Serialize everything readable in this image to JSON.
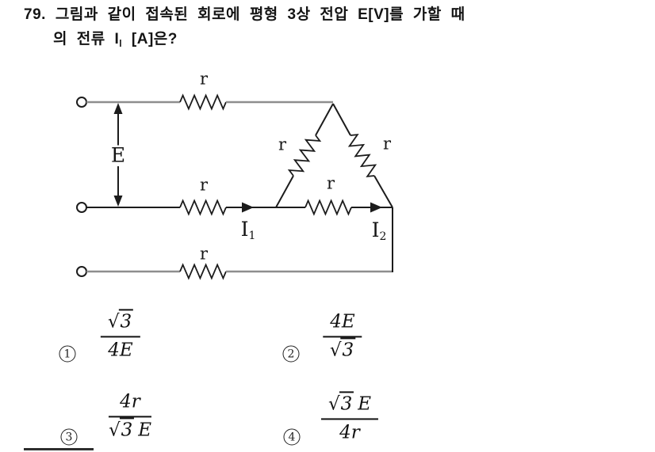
{
  "question": {
    "number": "79.",
    "line1": "그림과 같이 접속된 회로에 평형 3상 전압 E[V]를 가할 때",
    "line2_prefix": "의 전류 I",
    "line2_sub": "l",
    "line2_suffix": " [A]은?"
  },
  "circuit": {
    "source_label": "E",
    "resistors": {
      "top": "r",
      "middle": "r",
      "bottom": "r",
      "delta_left": "r",
      "delta_right": "r",
      "delta_bottom": "r"
    },
    "current_1": {
      "base": "I",
      "sub": "1"
    },
    "current_2": {
      "base": "I",
      "sub": "2"
    },
    "colors": {
      "wire_main": "#1c1c1c",
      "wire_light": "#8e8e8e"
    }
  },
  "choices": [
    {
      "label": "1",
      "numerator": {
        "sqrt_sign": "√",
        "sqrt": "3"
      },
      "denominator": {
        "text": "4E"
      }
    },
    {
      "label": "2",
      "numerator": {
        "text": "4E"
      },
      "denominator": {
        "sqrt_sign": "√",
        "sqrt": "3"
      }
    },
    {
      "label": "3",
      "numerator": {
        "text": "4r"
      },
      "denominator": {
        "sqrt_sign": "√",
        "sqrt": "3",
        "after": "E"
      }
    },
    {
      "label": "4",
      "numerator": {
        "sqrt_sign": "√",
        "sqrt": "3",
        "after": "E"
      },
      "denominator": {
        "text": "4r"
      }
    }
  ]
}
